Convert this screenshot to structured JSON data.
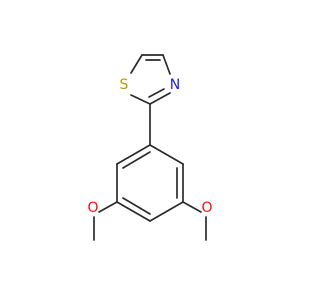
{
  "molecule": {
    "atoms": {
      "sulfur": {
        "symbol": "S",
        "color": "#b3a100"
      },
      "nitrogen": {
        "symbol": "N",
        "color": "#1a1aff"
      },
      "oxygen_left": {
        "symbol": "O",
        "color": "#ff0d0d"
      },
      "oxygen_right": {
        "symbol": "O",
        "color": "#ff0d0d"
      }
    },
    "bond_color": "#2b2b2b"
  }
}
